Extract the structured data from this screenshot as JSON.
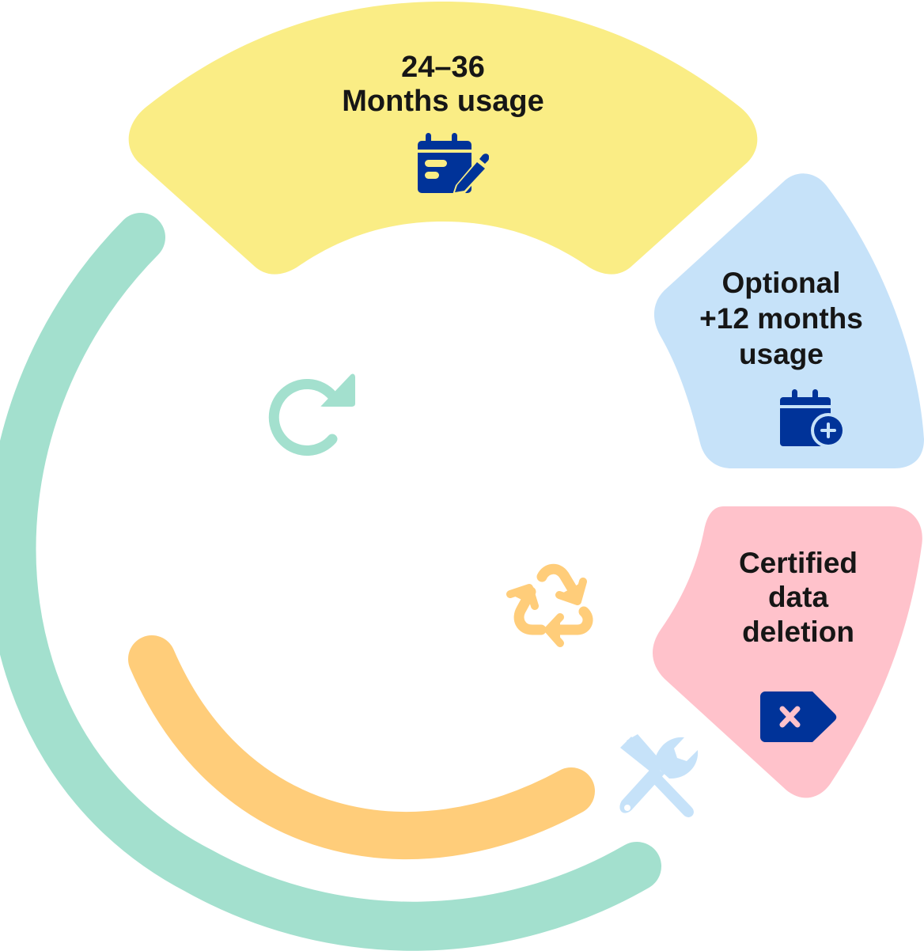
{
  "diagram": {
    "title": "Device lifecycle",
    "colors": {
      "yellow": "#FAED85",
      "blue_light": "#C6E2F9",
      "pink": "#FFC2CB",
      "green": "#A3E0CE",
      "orange": "#FFCD7A",
      "navy": "#003399",
      "text": "#161616"
    },
    "segments": [
      {
        "id": "usage",
        "lines": [
          "24–36",
          "Months usage"
        ],
        "icon": "calendar-edit-icon"
      },
      {
        "id": "optional",
        "lines": [
          "Optional",
          "+12 months",
          "usage"
        ],
        "icon": "calendar-plus-icon"
      },
      {
        "id": "deletion",
        "lines": [
          "Certified",
          "data",
          "deletion"
        ],
        "icon": "tag-delete-icon"
      }
    ],
    "decorations": [
      {
        "id": "refresh",
        "icon": "refresh-icon",
        "color": "green"
      },
      {
        "id": "recycle",
        "icon": "recycle-icon",
        "color": "orange"
      },
      {
        "id": "tools",
        "icon": "tools-icon",
        "color": "blue_light"
      }
    ]
  }
}
